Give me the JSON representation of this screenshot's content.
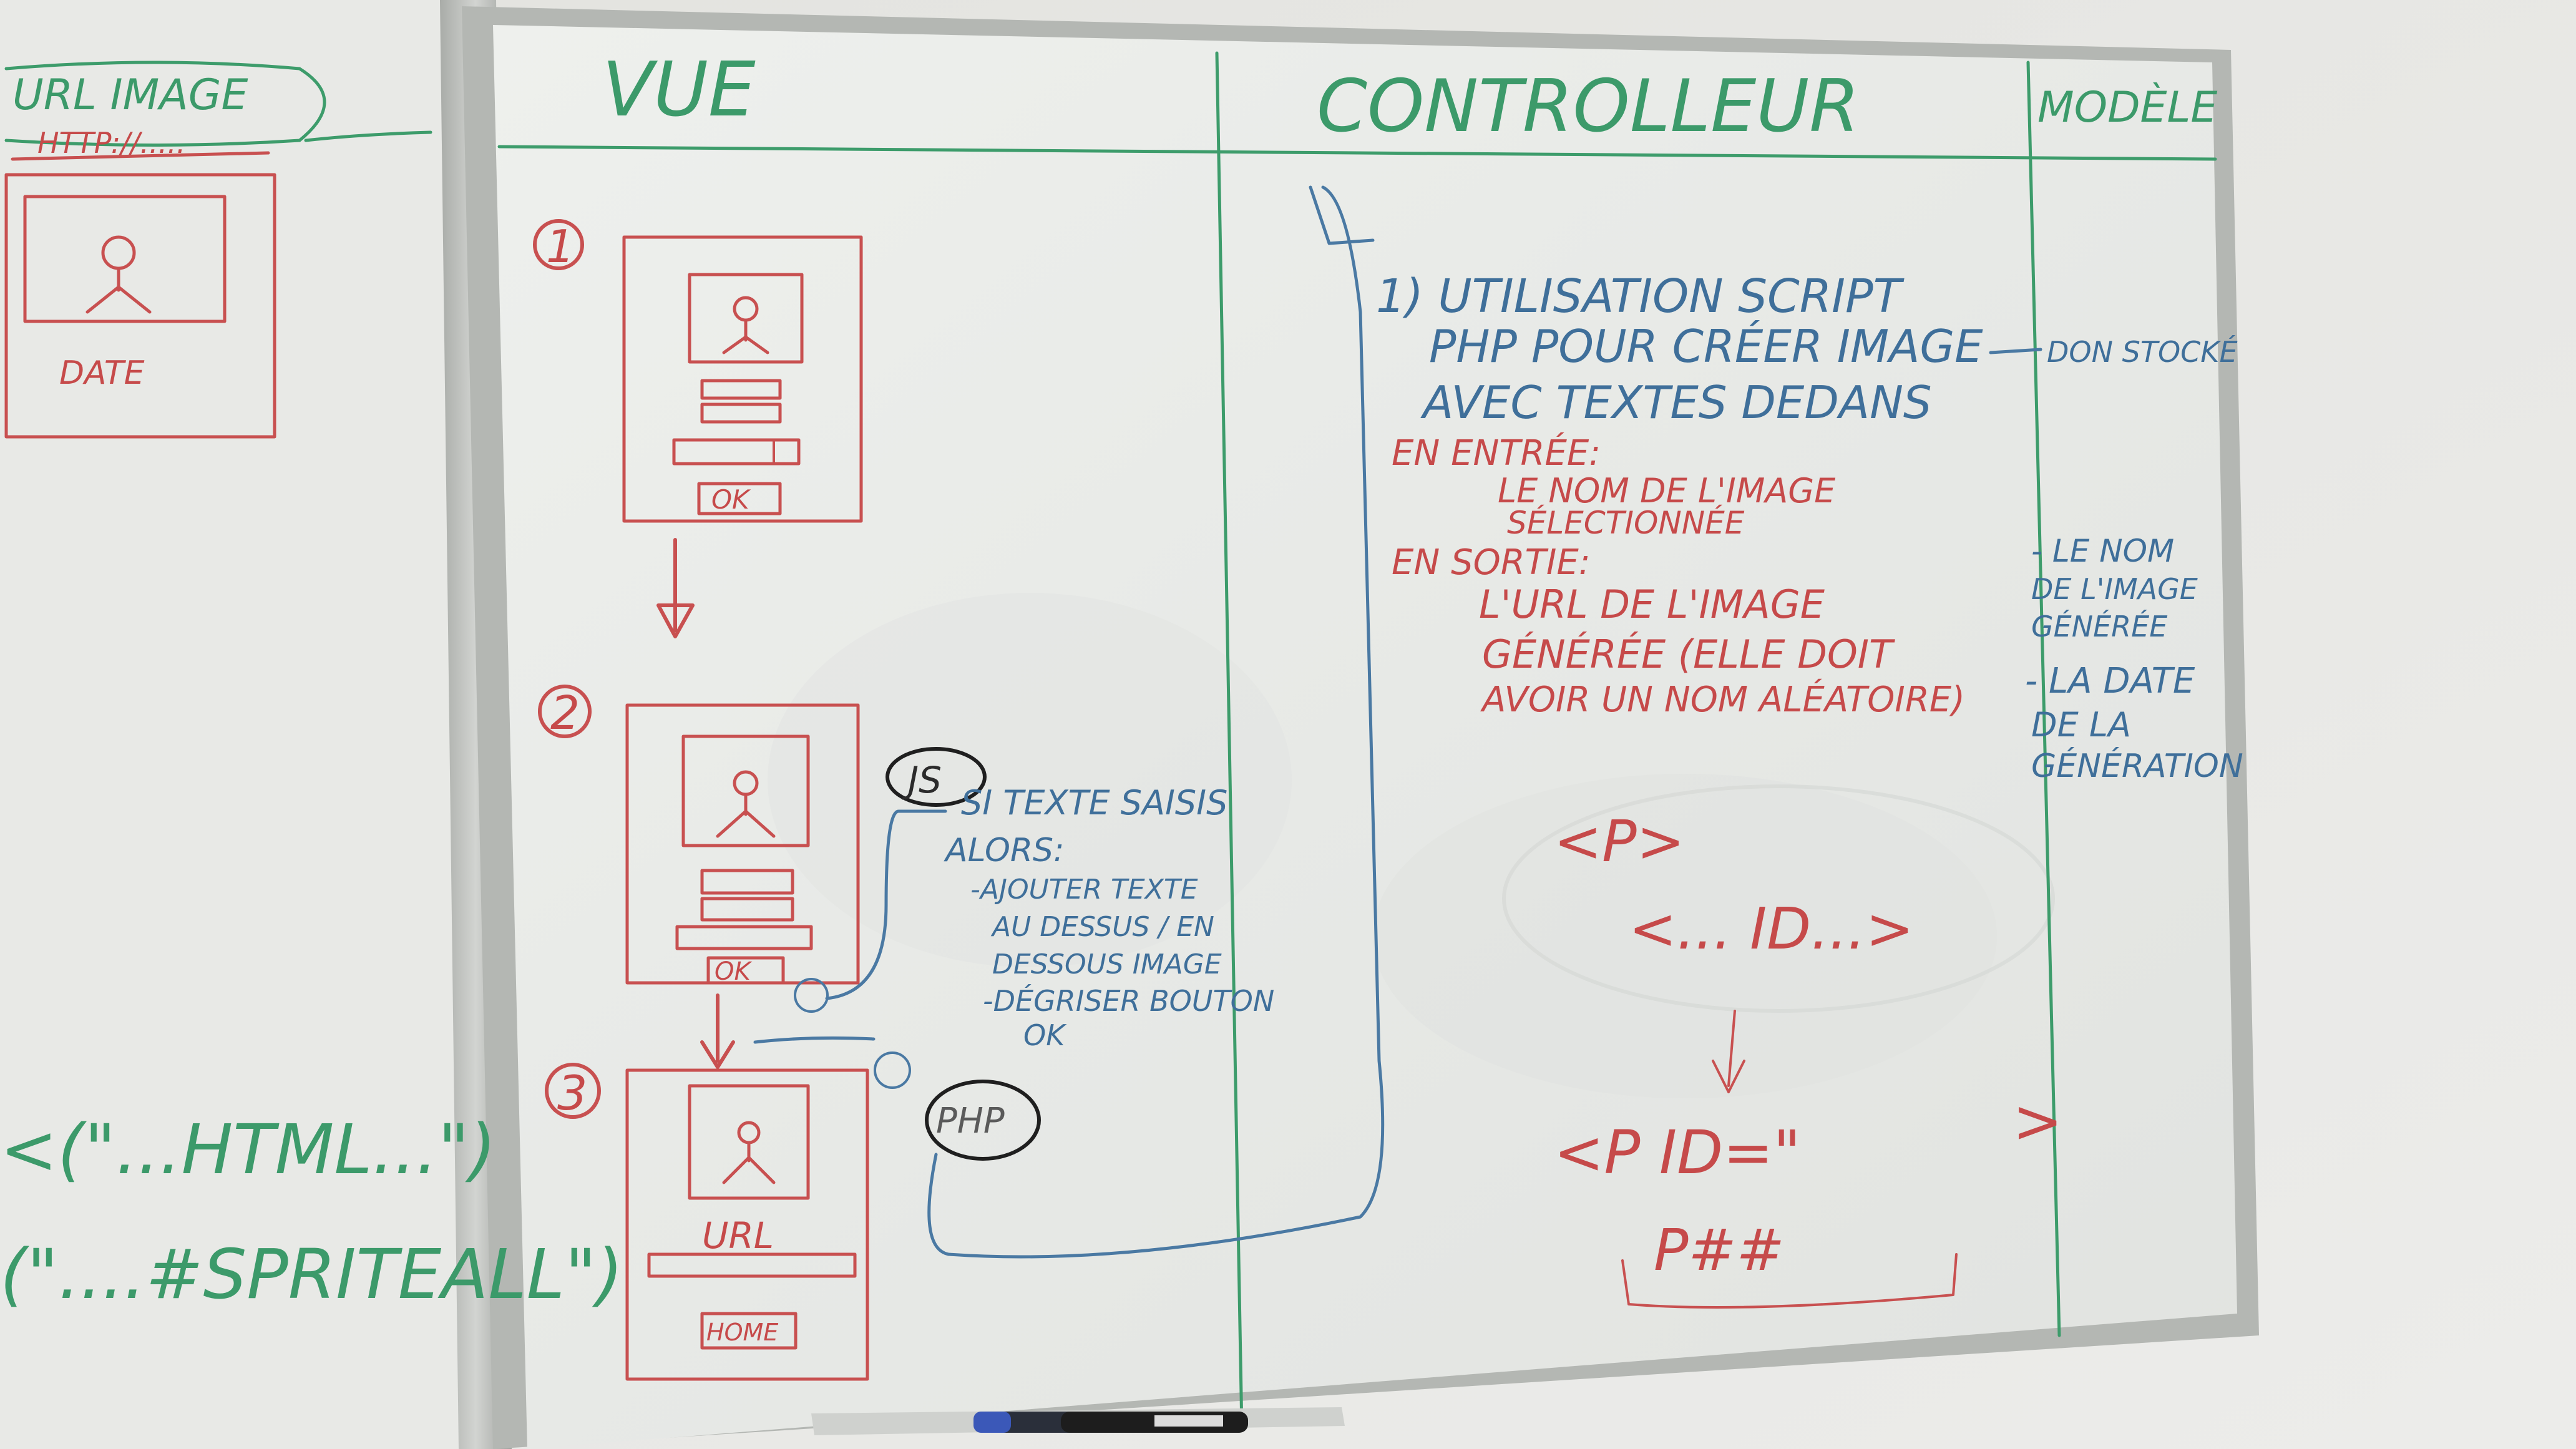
{
  "columns": {
    "vue": "VUE",
    "controleur": "CONTROLLEUR",
    "modele": "MODÈLE"
  },
  "left_board": {
    "url_label": "URL IMAGE",
    "url_value": "HTTP://.....",
    "date_label": "DATE",
    "code_line_1": "<(\"...HTML...\")",
    "code_line_2": "(\"....#SPRITEALL\")"
  },
  "vue": {
    "steps": [
      "1",
      "2",
      "3"
    ],
    "ok_label": "OK",
    "url_label": "URL",
    "home_label": "HOME",
    "js_label": "JS",
    "php_label": "PHP",
    "js_note": [
      "SI TEXTE SAISIS",
      "ALORS:",
      "-AJOUTER TEXTE",
      "AU DESSUS / EN",
      "DESSOUS IMAGE",
      "-DÉGRISER BOUTON",
      "OK"
    ]
  },
  "controleur": {
    "step1_lines": [
      "1) UTILISATION SCRIPT",
      "PHP POUR CRÉER IMAGE",
      "AVEC TEXTES DEDANS"
    ],
    "entree_label": "EN ENTRÉE:",
    "entree_lines": [
      "LE NOM DE L'IMAGE",
      "SÉLECTIONNÉE"
    ],
    "sortie_label": "EN SORTIE:",
    "sortie_lines": [
      "L'URL DE L'IMAGE",
      "GÉNÉRÉE (ELLE DOIT",
      "AVOIR UN NOM ALÉATOIRE)"
    ],
    "code_1": "<P>",
    "code_2": "<... ID...>",
    "code_3": "<P ID=\"",
    "code_4": ">",
    "code_5": "P##"
  },
  "modele": {
    "stock": "DON STOCKÉ",
    "items": [
      "- LE NOM",
      "DE L'IMAGE",
      "GÉNÉRÉE",
      "- LA DATE",
      "DE LA",
      "GÉNÉRATION"
    ]
  }
}
